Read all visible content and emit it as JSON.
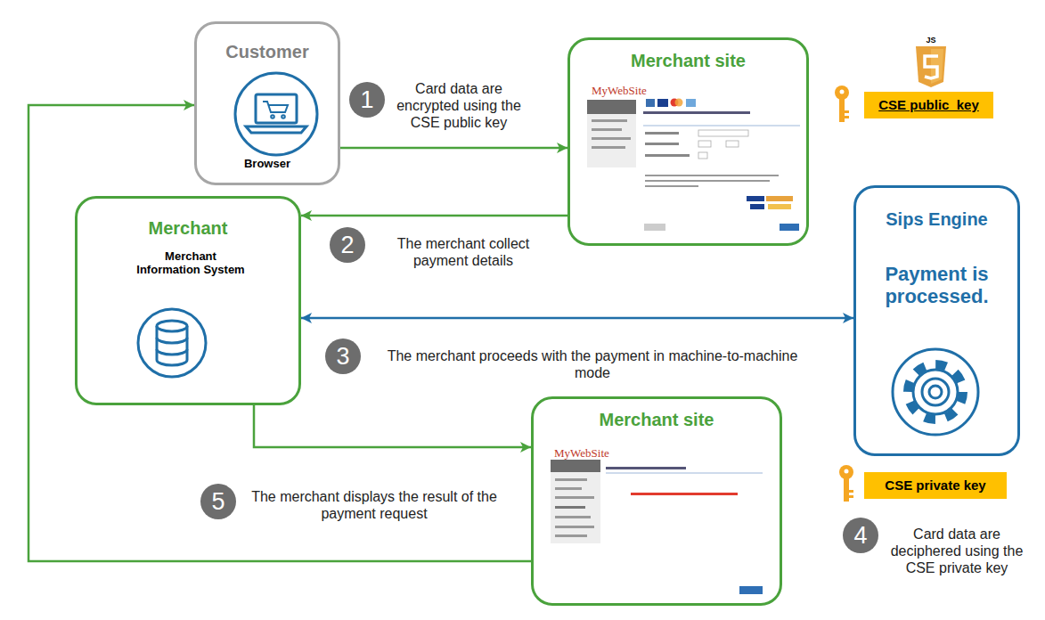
{
  "diagram": {
    "nodes": [
      {
        "text": [
          "Customer",
          "Browser"
        ]
      },
      {
        "text": [
          "Merchant site",
          "MyWebSite"
        ]
      },
      {
        "text": [
          "Merchant",
          "Merchant Information System"
        ]
      },
      {
        "text": [
          "Sips Engine",
          "Payment is processed."
        ]
      },
      {
        "text": [
          "Merchant site",
          "MyWebSite"
        ]
      }
    ],
    "edges": [
      {
        "from": 0,
        "to": 1,
        "arrow": "to",
        "label": "Card data are encrypted using the CSE public key"
      },
      {
        "from": 1,
        "to": 2,
        "arrow": "to",
        "label": "The merchant collect payment details"
      },
      {
        "from": 2,
        "to": 3,
        "arrow": "both",
        "label": "The merchant proceeds with the payment in machine-to-machine mode"
      },
      {
        "from": 2,
        "to": 4,
        "arrow": "to"
      },
      {
        "from": 4,
        "to": 0,
        "arrow": "to",
        "label": "The merchant displays the result of the payment request"
      }
    ],
    "labels": [
      "1",
      "2",
      "3",
      "4",
      "5",
      "JS",
      "CSE public_key",
      "CSE private key",
      "Card data are deciphered using the CSE private key"
    ]
  }
}
